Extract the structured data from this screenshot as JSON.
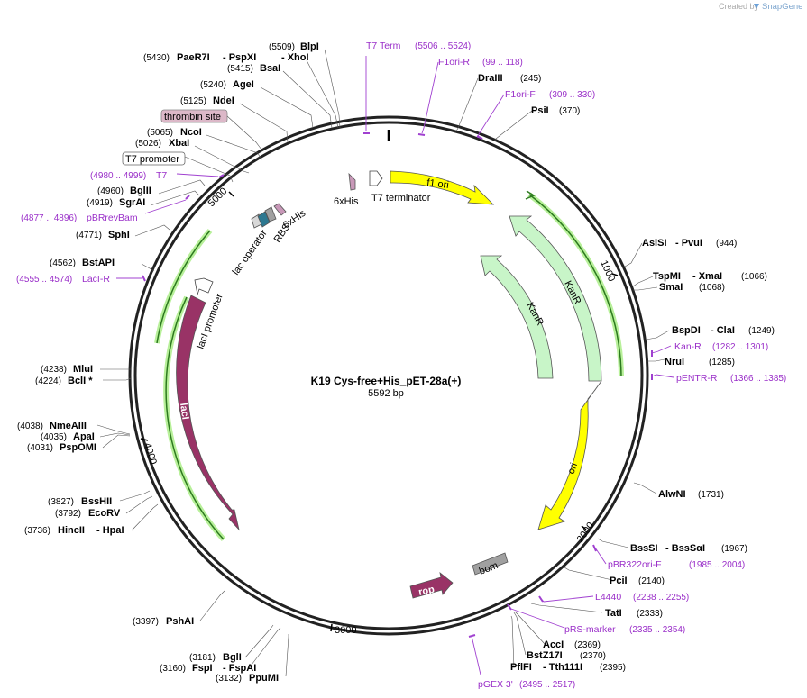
{
  "credit": {
    "created_by": "Created by",
    "brand": "SnapGene"
  },
  "plasmid": {
    "name": "K19 Cys-free+His_pET-28a(+)",
    "length": "5592 bp"
  },
  "ticks": {
    "t1000": "1000",
    "t2000": "2000",
    "t3000": "3000",
    "t4000": "4000",
    "t5000": "5000"
  },
  "features": {
    "f1_ori": "f1 ori",
    "kanr1": "KanR",
    "kanr2": "KanR",
    "ori": "ori",
    "bom": "bom",
    "rop": "rop",
    "laci": "lacI",
    "laci_promoter": "lacI promoter",
    "lac_operator": "lac operator",
    "rbs": "RBS",
    "his_a": "6xHis",
    "his_b": "6xHis",
    "t7_terminator": "T7 terminator"
  },
  "labels": {
    "blpi_pos": "(5509)",
    "blpi": "BlpI",
    "paer7i_pos": "(5430)",
    "paer7i": "PaeR7I",
    "pspxi": "- PspXI",
    "xhoi": "- XhoI",
    "bsai_pos": "(5415)",
    "bsai": "BsaI",
    "agei_pos": "(5240)",
    "agei": "AgeI",
    "ndei_pos": "(5125)",
    "ndei": "NdeI",
    "thrombin": "thrombin site",
    "ncoi_pos": "(5065)",
    "ncoi": "NcoI",
    "xbai_pos": "(5026)",
    "xbai": "XbaI",
    "t7_promoter": "T7 promoter",
    "t7_pos": "(4980 .. 4999)",
    "t7": "T7",
    "bglii_pos": "(4960)",
    "bglii": "BglII",
    "sgrai_pos": "(4919)",
    "sgrai": "SgrAI",
    "pbrrev_pos": "(4877 .. 4896)",
    "pbrrev": "pBRrevBam",
    "sphi_pos": "(4771)",
    "sphi": "SphI",
    "bstapi_pos": "(4562)",
    "bstapi": "BstAPI",
    "laci_r_pos": "(4555 .. 4574)",
    "laci_r": "LacI-R",
    "mlui_pos": "(4238)",
    "mlui": "MluI",
    "bcli_pos": "(4224)",
    "bcli": "BclI *",
    "nmeaiii_pos": "(4038)",
    "nmeaiii": "NmeAIII",
    "apai_pos": "(4035)",
    "apai": "ApaI",
    "pspomi_pos": "(4031)",
    "pspomi": "PspOMI",
    "bsshii_pos": "(3827)",
    "bsshii": "BssHII",
    "ecorv_pos": "(3792)",
    "ecorv": "EcoRV",
    "hincii_pos": "(3736)",
    "hincii": "HincII",
    "hpai": "- HpaI",
    "pshai_pos": "(3397)",
    "pshai": "PshAI",
    "bgli_pos": "(3181)",
    "bgli": "BglI",
    "fspi_pos": "(3160)",
    "fspi": "FspI",
    "fspai": "- FspAI",
    "ppumi_pos": "(3132)",
    "ppumi": "PpuMI",
    "t7term": "T7 Term",
    "t7term_pos": "(5506 .. 5524)",
    "f1ori_r": "F1ori-R",
    "f1ori_r_pos": "(99 .. 118)",
    "draiii": "DraIII",
    "draiii_pos": "(245)",
    "f1ori_f": "F1ori-F",
    "f1ori_f_pos": "(309 .. 330)",
    "psii": "PsiI",
    "psii_pos": "(370)",
    "asisi": "AsiSI",
    "pvui": "- PvuI",
    "asisi_pos": "(944)",
    "tspmi": "TspMI",
    "xmai": "- XmaI",
    "tspmi_pos": "(1066)",
    "smai": "SmaI",
    "smai_pos": "(1068)",
    "bspdi": "BspDI",
    "clai": "- ClaI",
    "bspdi_pos": "(1249)",
    "kan_r": "Kan-R",
    "kan_r_pos": "(1282 .. 1301)",
    "nrui": "NruI",
    "nrui_pos": "(1285)",
    "pentr": "pENTR-R",
    "pentr_pos": "(1366 .. 1385)",
    "alwni": "AlwNI",
    "alwni_pos": "(1731)",
    "bsssi": "BssSI",
    "bsssai": "- BssSαI",
    "bsssi_pos": "(1967)",
    "pbr322": "pBR322ori-F",
    "pbr322_pos": "(1985 .. 2004)",
    "pcii": "PciI",
    "pcii_pos": "(2140)",
    "l4440": "L4440",
    "l4440_pos": "(2238 .. 2255)",
    "tati": "TatI",
    "tati_pos": "(2333)",
    "prs": "pRS-marker",
    "prs_pos": "(2335 .. 2354)",
    "acci": "AccI",
    "acci_pos": "(2369)",
    "bstz17i": "BstZ17I",
    "bstz17i_pos": "(2370)",
    "pflfi": "PflFI",
    "tth111i": "- Tth111I",
    "pflfi_pos": "(2395)",
    "pgex": "pGEX 3'",
    "pgex_pos": "(2495 .. 2517)"
  },
  "colors": {
    "backbone": "#222222",
    "f1_ori": "#ffff00",
    "ori": "#ffff00",
    "kanr": "#c8f5c8",
    "laci": "#993366",
    "rop": "#993366",
    "bom": "#a0a0a0",
    "primer": "#9a2fc9",
    "thrombin_fill": "#dcb8c8",
    "orf_line": "#2d7a1f",
    "orf_glow": "#b8f09a"
  }
}
